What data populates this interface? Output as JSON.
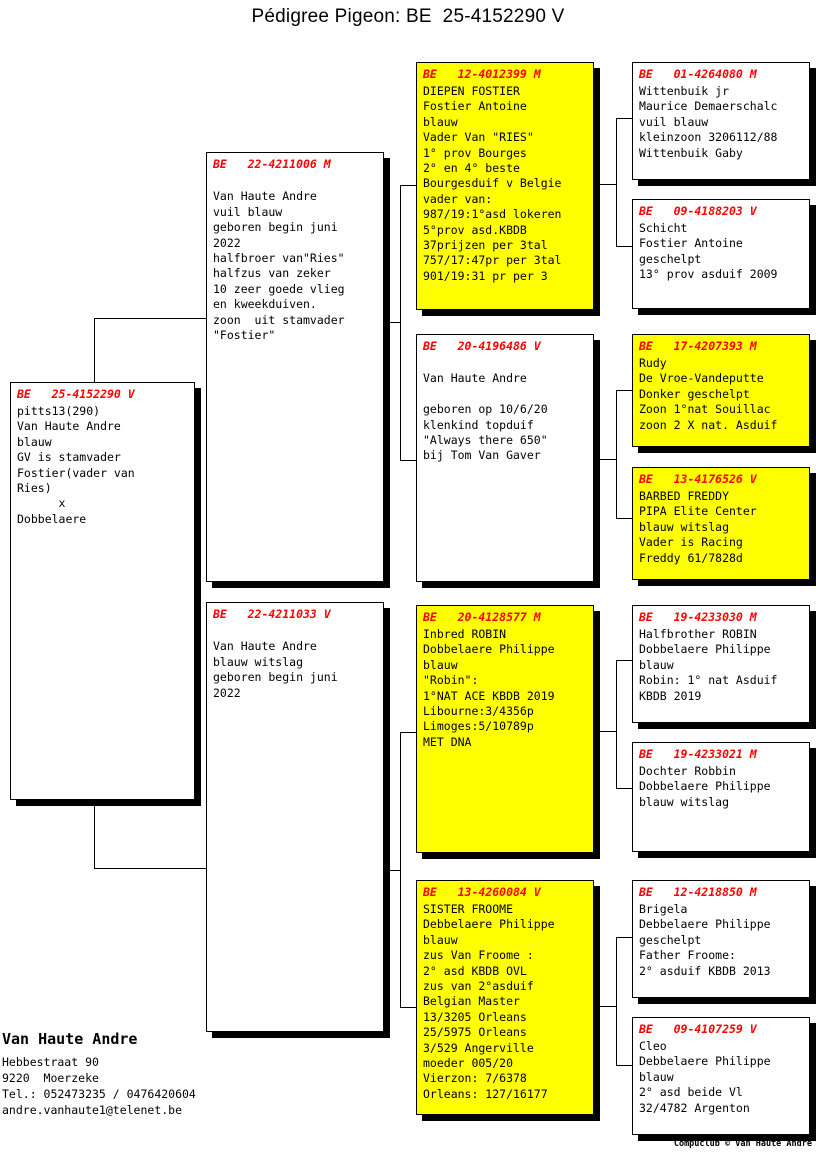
{
  "title": "Pédigree Pigeon: BE  25-4152290 V",
  "colors": {
    "id_text": "#ff0000",
    "highlight_bg": "#ffff00",
    "plain_bg": "#ffffff",
    "border": "#000000"
  },
  "subject": {
    "id": "BE   25-4152290 V",
    "lines": [
      "pitts13(290)",
      "Van Haute Andre",
      "blauw",
      "GV is stamvader",
      "Fostier(vader van",
      "Ries)",
      "      x",
      "Dobbelaere"
    ]
  },
  "gen2": [
    {
      "id": "BE   22-4211006 M",
      "highlight": false,
      "lines": [
        "",
        "Van Haute Andre",
        "vuil blauw",
        "geboren begin juni",
        "2022",
        "halfbroer van\"Ries\"",
        "halfzus van zeker",
        "10 zeer goede vlieg",
        "en kweekduiven.",
        "zoon  uit stamvader",
        "\"Fostier\""
      ]
    },
    {
      "id": "BE   22-4211033 V",
      "highlight": false,
      "lines": [
        "",
        "Van Haute Andre",
        "blauw witslag",
        "geboren begin juni",
        "2022"
      ]
    }
  ],
  "gen3": [
    {
      "id": "BE   12-4012399 M",
      "highlight": true,
      "lines": [
        "DIEPEN FOSTIER",
        "Fostier Antoine",
        "blauw",
        "Vader Van \"RIES\"",
        "1° prov Bourges",
        "2° en 4° beste",
        "Bourgesduif v Belgie",
        "vader van:",
        "987/19:1°asd lokeren",
        "5°prov asd.KBDB",
        "37prijzen per 3tal",
        "757/17:47pr per 3tal",
        "901/19:31 pr per 3"
      ]
    },
    {
      "id": "BE   20-4196486 V",
      "highlight": false,
      "lines": [
        "",
        "Van Haute Andre",
        "",
        "geboren op 10/6/20",
        "klenkind topduif",
        "\"Always there 650\"",
        "bij Tom Van Gaver"
      ]
    },
    {
      "id": "BE   20-4128577 M",
      "highlight": true,
      "lines": [
        "Inbred ROBIN",
        "Dobbelaere Philippe",
        "blauw",
        "\"Robin\":",
        "1°NAT ACE KBDB 2019",
        "Libourne:3/4356p",
        "Limoges:5/10789p",
        "MET DNA"
      ]
    },
    {
      "id": "BE   13-4260084 V",
      "highlight": true,
      "lines": [
        "SISTER FROOME",
        "Debbelaere Philippe",
        "blauw",
        "zus Van Froome :",
        "2° asd KBDB OVL",
        "zus van 2°asduif",
        "Belgian Master",
        "13/3205 Orleans",
        "25/5975 Orleans",
        "3/529 Angerville",
        "moeder 005/20",
        "Vierzon: 7/6378",
        "Orleans: 127/16177"
      ]
    }
  ],
  "gen4": [
    {
      "id": "BE   01-4264080 M",
      "highlight": false,
      "lines": [
        "Wittenbuik jr",
        "Maurice Demaerschalc",
        "vuil blauw",
        "kleinzoon 3206112/88",
        "Wittenbuik Gaby"
      ]
    },
    {
      "id": "BE   09-4188203 V",
      "highlight": false,
      "lines": [
        "Schicht",
        "Fostier Antoine",
        "geschelpt",
        "13° prov asduif 2009"
      ]
    },
    {
      "id": "BE   17-4207393 M",
      "highlight": true,
      "lines": [
        "Rudy",
        "De Vroe-Vandeputte",
        "Donker geschelpt",
        "Zoon 1°nat Souillac",
        "zoon 2 X nat. Asduif"
      ]
    },
    {
      "id": "BE   13-4176526 V",
      "highlight": true,
      "lines": [
        "BARBED FREDDY",
        "PIPA Elite Center",
        "blauw witslag",
        "Vader is Racing",
        "Freddy 61/7828d"
      ]
    },
    {
      "id": "BE   19-4233030 M",
      "highlight": false,
      "lines": [
        "Halfbrother ROBIN",
        "Dobbelaere Philippe",
        "blauw",
        "Robin: 1° nat Asduif",
        "KBDB 2019"
      ]
    },
    {
      "id": "BE   19-4233021 M",
      "highlight": false,
      "lines": [
        "Dochter Robbin",
        "Dobbelaere Philippe",
        "blauw witslag"
      ]
    },
    {
      "id": "BE   12-4218850 M",
      "highlight": false,
      "lines": [
        "Brigela",
        "Debbelaere Philippe",
        "geschelpt",
        "Father Froome:",
        "2° asduif KBDB 2013"
      ]
    },
    {
      "id": "BE   09-4107259 V",
      "highlight": false,
      "lines": [
        "Cleo",
        "Debbelaere Philippe",
        "blauw",
        "2° asd beide Vl",
        "32/4782 Argenton"
      ]
    }
  ],
  "owner": {
    "name": "Van Haute Andre",
    "lines": [
      "Hebbestraat 90",
      "9220  Moerzeke",
      "Tel.: 052473235 / 0476420604",
      "andre.vanhaute1@telenet.be"
    ]
  },
  "credit": "Compuclub © Van Haute Andre"
}
